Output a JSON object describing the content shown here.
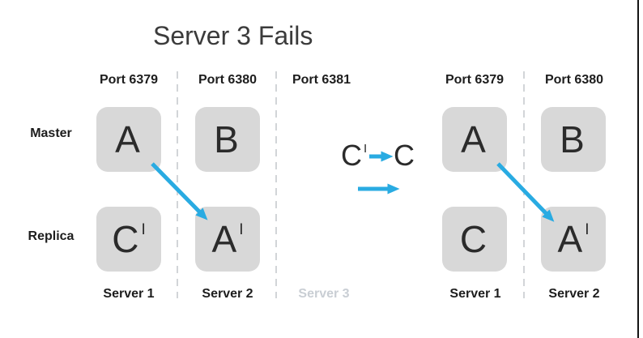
{
  "title": "Server 3 Fails",
  "colors": {
    "accent": "#29abe2",
    "box_fill": "#d8d8d8",
    "letter": "#2b2b2b",
    "label": "#1d1d1d",
    "muted_server": "#c9ced4",
    "dash": "#d2d5d8",
    "title_color": "#3b3b3b"
  },
  "row_labels": {
    "master": "Master",
    "replica": "Replica"
  },
  "left_diagram": {
    "ports": [
      "Port 6379",
      "Port 6380",
      "Port 6381"
    ],
    "servers": [
      "Server 1",
      "Server 2",
      "Server 3"
    ],
    "master_boxes": [
      {
        "label": "A",
        "sup": ""
      },
      {
        "label": "B",
        "sup": ""
      }
    ],
    "replica_boxes": [
      {
        "label": "C",
        "sup": "I"
      },
      {
        "label": "A",
        "sup": "I"
      }
    ]
  },
  "transition": {
    "from": "C",
    "from_sup": "I",
    "to": "C"
  },
  "right_diagram": {
    "ports": [
      "Port 6379",
      "Port 6380"
    ],
    "servers": [
      "Server 1",
      "Server 2"
    ],
    "master_boxes": [
      {
        "label": "A",
        "sup": ""
      },
      {
        "label": "B",
        "sup": ""
      }
    ],
    "replica_boxes": [
      {
        "label": "C",
        "sup": ""
      },
      {
        "label": "A",
        "sup": "I"
      }
    ]
  }
}
